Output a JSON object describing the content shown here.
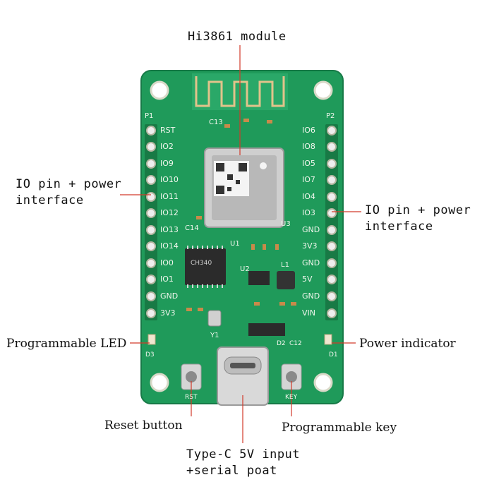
{
  "labels": {
    "module": "Hi3861 module",
    "io_left_1": "IO pin + power",
    "io_left_2": "interface",
    "io_right_1": "IO pin + power",
    "io_right_2": "interface",
    "led": "Programmable LED",
    "power_indicator": "Power indicator",
    "reset": "Reset button",
    "key": "Programmable key",
    "typec_1": "Type-C 5V input",
    "typec_2": "+serial poat"
  },
  "board": {
    "header_left": "P1",
    "header_right": "P2",
    "left_pins": [
      "RST",
      "IO2",
      "IO9",
      "IO10",
      "IO11",
      "IO12",
      "IO13",
      "IO14",
      "IO0",
      "IO1",
      "GND",
      "3V3"
    ],
    "right_pins": [
      "IO6",
      "IO8",
      "IO5",
      "IO7",
      "IO4",
      "IO3",
      "GND",
      "3V3",
      "GND",
      "5V",
      "GND",
      "VIN"
    ],
    "ch_chip": "CH340",
    "u1": "U1",
    "u2": "U2",
    "u3": "U3",
    "l1": "L1",
    "y1": "Y1",
    "c13": "C13",
    "c14": "C14",
    "rst_label": "RST",
    "key_label": "KEY",
    "d3": "D3",
    "d1": "D1",
    "d2": "D2",
    "c12": "C12"
  },
  "colors": {
    "pcb": "#1f9a5a",
    "silk": "#f2f7ee",
    "leader": "#d23a2a"
  }
}
